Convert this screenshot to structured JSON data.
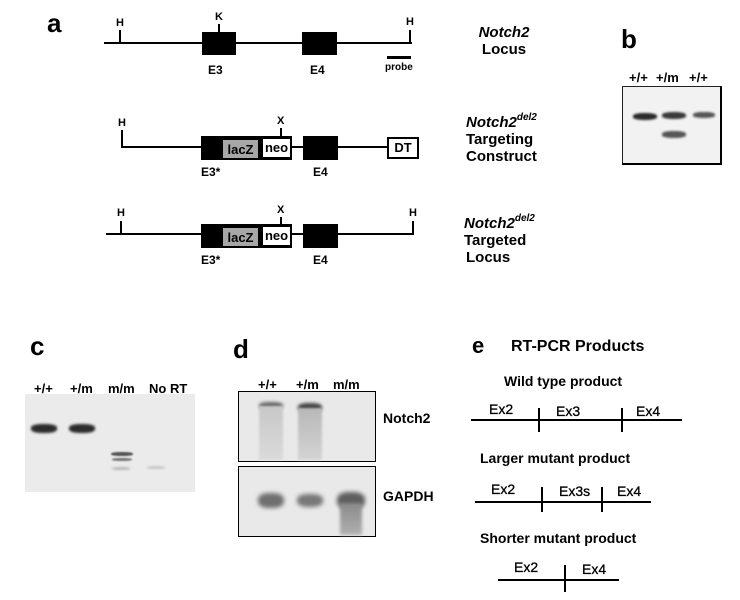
{
  "panels": {
    "a": {
      "letter": "a",
      "locus": {
        "sites": {
          "h_left": "H",
          "k": "K",
          "h_right": "H"
        },
        "exons": [
          "E3",
          "E4"
        ],
        "probe": "probe",
        "title_italic": "Notch2",
        "title_rest": "Locus"
      },
      "construct": {
        "sites": {
          "h_left": "H",
          "x": "X"
        },
        "exons": [
          "E3*",
          "E4"
        ],
        "lacz": "lacZ",
        "neo": "neo",
        "dt": "DT",
        "title_italic": "Notch2",
        "title_sup": "del2",
        "title_line2": "Targeting",
        "title_line3": "Construct"
      },
      "targeted": {
        "sites": {
          "h_left": "H",
          "x": "X",
          "h_right": "H"
        },
        "exons": [
          "E3*",
          "E4"
        ],
        "lacz": "lacZ",
        "neo": "neo",
        "title_italic": "Notch2",
        "title_sup": "del2",
        "title_line2": "Targeted",
        "title_line3": "Locus"
      }
    },
    "b": {
      "letter": "b",
      "lanes": [
        "+/+",
        "+/m",
        "+/+"
      ]
    },
    "c": {
      "letter": "c",
      "lanes": [
        "+/+",
        "+/m",
        "m/m",
        "No RT"
      ]
    },
    "d": {
      "letter": "d",
      "lanes": [
        "+/+",
        "+/m",
        "m/m"
      ],
      "blots": [
        "Notch2",
        "GAPDH"
      ]
    },
    "e": {
      "letter": "e",
      "title": "RT-PCR Products",
      "products": [
        {
          "name": "Wild type product",
          "exons": [
            "Ex2",
            "Ex3",
            "Ex4"
          ]
        },
        {
          "name": "Larger mutant product",
          "exons": [
            "Ex2",
            "Ex3s",
            "Ex4"
          ]
        },
        {
          "name": "Shorter mutant product",
          "exons": [
            "Ex2",
            "Ex4"
          ]
        }
      ]
    }
  },
  "colors": {
    "ink": "#000000",
    "lacz_fill": "#a7a7a7",
    "gel_bg": "#ececec"
  }
}
